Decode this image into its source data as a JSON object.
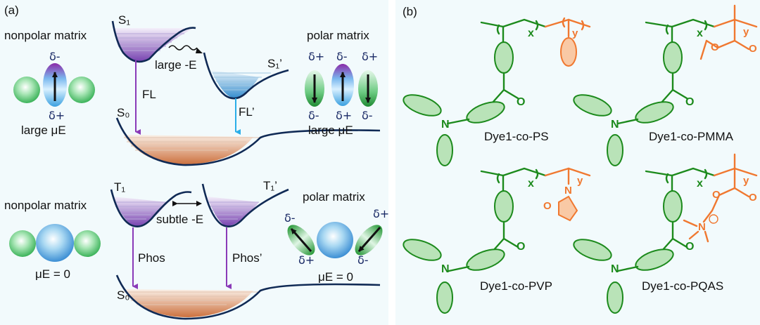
{
  "panel_a": {
    "label": "(a)",
    "top": {
      "left_title": "nonpolar matrix",
      "right_title": "polar matrix",
      "s1": "S₁",
      "s1p": "S₁’",
      "s0": "S₀",
      "transfer": "large -E",
      "fl": "FL",
      "flp": "FL’",
      "dipole_left_top": "δ-",
      "dipole_left_bottom": "δ+",
      "mu_left": "large μE",
      "mu_right": "large μE",
      "right_top": [
        "δ+",
        "δ-",
        "δ+"
      ],
      "right_bottom": [
        "δ-",
        "δ+",
        "δ-"
      ]
    },
    "bottom": {
      "left_title": "nonpolar matrix",
      "right_title": "polar matrix",
      "t1": "T₁",
      "t1p": "T₁’",
      "s0": "S₀",
      "transfer": "subtle -E",
      "phos": "Phos",
      "phosp": "Phos’",
      "mu_left": "μE = 0",
      "mu_right": "μE = 0",
      "right_top": [
        "δ-",
        "δ+"
      ],
      "right_bottom": [
        "δ+",
        "δ-"
      ]
    }
  },
  "panel_b": {
    "label": "(b)",
    "x": "x",
    "y": "y",
    "o": "O",
    "n": "N",
    "polymers": [
      "Dye1-co-PS",
      "Dye1-co-PMMA",
      "Dye1-co-PVP",
      "Dye1-co-PQAS"
    ]
  },
  "colors": {
    "dye": "#1c8a1c",
    "comonomer": "#f07830",
    "background": "#f2fafc",
    "well_line": "#102a55"
  }
}
